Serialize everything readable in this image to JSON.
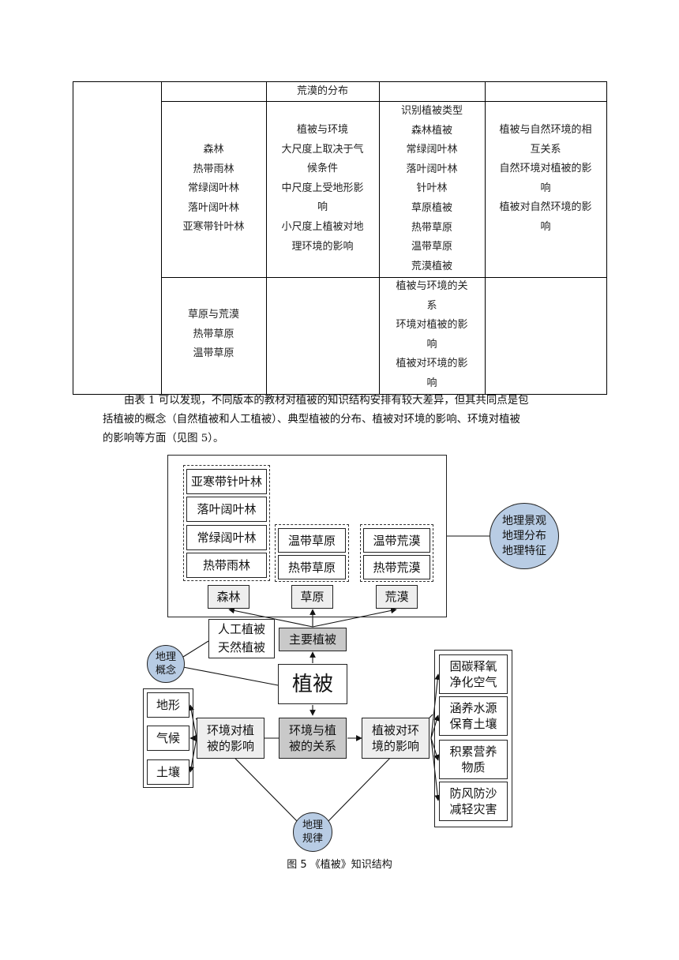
{
  "table": {
    "row1_col2": "荒漠的分布",
    "row2_col1": [
      "森林",
      "热带雨林",
      "常绿阔叶林",
      "落叶阔叶林",
      "亚寒带针叶林"
    ],
    "row2_col2": [
      "植被与环境",
      "大尺度上取决于气",
      "候条件",
      "中尺度上受地形影",
      "响",
      "小尺度上植被对地",
      "理环境的影响"
    ],
    "row2_col3": [
      "识别植被类型",
      "森林植被",
      "常绿阔叶林",
      "落叶阔叶林",
      "针叶林",
      "草原植被",
      "热带草原",
      "温带草原",
      "荒漠植被"
    ],
    "row2_col4": [
      "植被与自然环境的相",
      "互关系",
      "自然环境对植被的影",
      "响",
      "植被对自然环境的影",
      "响"
    ],
    "row3_col1": [
      "草原与荒漠",
      "热带草原",
      "温带草原"
    ],
    "row3_col3": [
      "植被与环境的关",
      "系",
      "环境对植被的影",
      "响",
      "植被对环境的影",
      "响"
    ]
  },
  "paragraph": [
    "由表 1 可以发现，不同版本的教材对植被的知识结构安排有较大差异，但其共同点是包",
    "括植被的概念（自然植被和人工植被）、典型植被的分布、植被对环境的影响、环境对植被",
    "的影响等方面（见图 5）。"
  ],
  "diagram": {
    "forest_types": [
      "亚寒带针叶林",
      "落叶阔叶林",
      "常绿阔叶林",
      "热带雨林"
    ],
    "grassland_types": [
      "温带草原",
      "热带草原"
    ],
    "desert_types": [
      "温带荒漠",
      "热带荒漠"
    ],
    "forest": "森林",
    "grassland": "草原",
    "desert": "荒漠",
    "landscape_circle": [
      "地理景观",
      "地理分布",
      "地理特征"
    ],
    "artificial": "人工植被",
    "natural": "天然植被",
    "main_vegetation": "主要植被",
    "concept_circle": [
      "地理",
      "概念"
    ],
    "vegetation": "植被",
    "env_factors": [
      "地形",
      "气候",
      "土壤"
    ],
    "env_to_veg": [
      "环境对植",
      "被的影响"
    ],
    "env_veg_relation": [
      "环境与植",
      "被的关系"
    ],
    "veg_to_env": [
      "植被对环",
      "境的影响"
    ],
    "effects": [
      [
        "固碳释氧",
        "净化空气"
      ],
      [
        "涵养水源",
        "保育土壤"
      ],
      [
        "积累营养",
        "物质"
      ],
      [
        "防风防沙",
        "减轻灾害"
      ]
    ],
    "law_circle": [
      "地理",
      "规律"
    ]
  },
  "caption": "图 5 《植被》知识结构"
}
